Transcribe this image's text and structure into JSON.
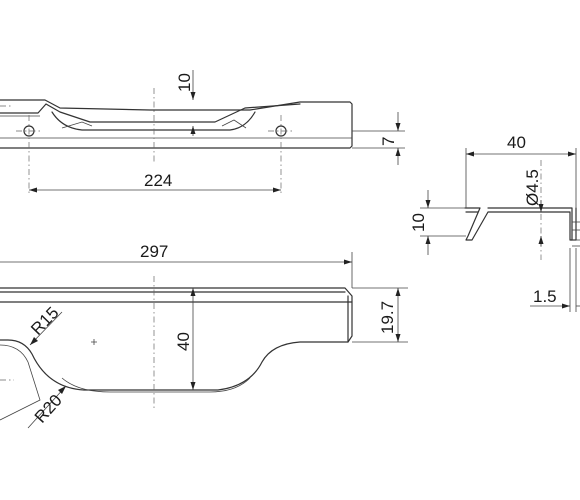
{
  "dimensions": {
    "top_depth": "10",
    "hole_offset": "7",
    "hole_spacing": "224",
    "side_width": "40",
    "hole_dia": "Ø4.5",
    "side_height": "10",
    "thickness": "1.5",
    "total_length": "297",
    "front_height": "40",
    "front_offset": "19.7",
    "radius_small": "R15",
    "radius_large": "R20"
  }
}
